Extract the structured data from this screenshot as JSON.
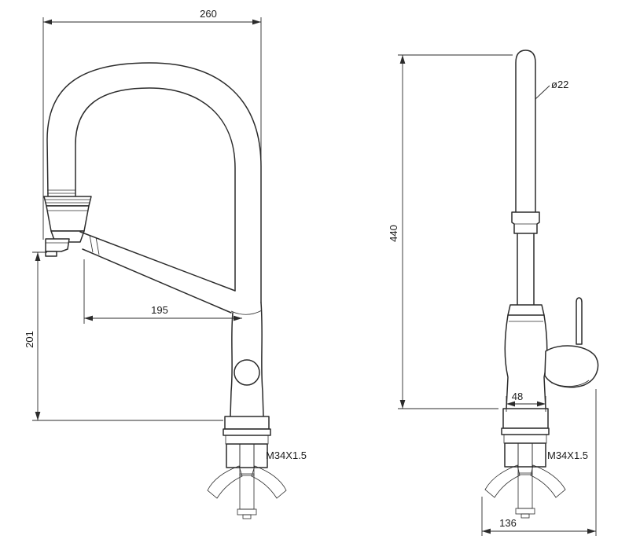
{
  "drawing": {
    "background_color": "#ffffff",
    "line_color": "#2b2b2b",
    "views": {
      "front": "front-view",
      "side": "side-view"
    },
    "dims": {
      "front_width": "260",
      "front_reach": "195",
      "front_outlet_height": "201",
      "front_thread": "M34X1.5",
      "side_height": "440",
      "side_pipe_diameter": "ø22",
      "side_body_diameter": "48",
      "side_thread": "M34X1.5",
      "side_depth": "136"
    }
  }
}
